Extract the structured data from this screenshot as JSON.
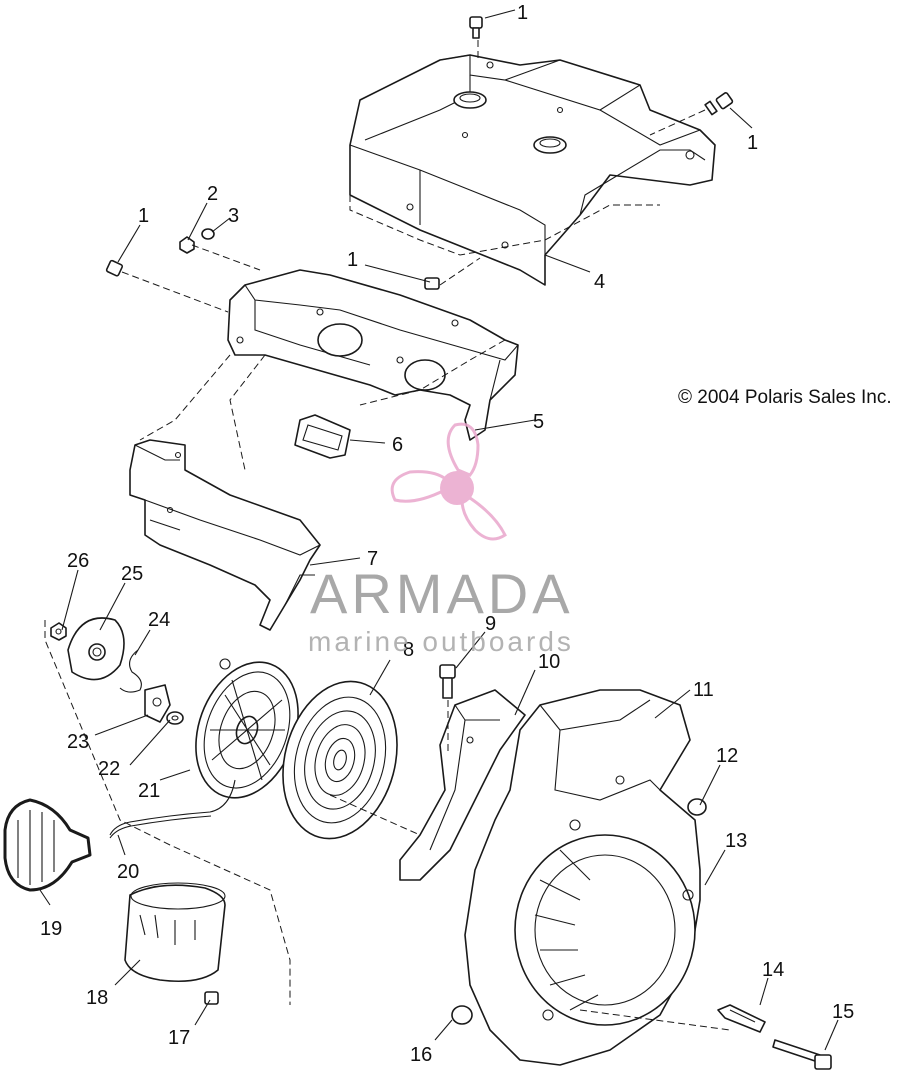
{
  "copyright": "© 2004 Polaris Sales Inc.",
  "watermark": {
    "brand": "ARMADA",
    "tagline": "marine outboards",
    "brand_color": "#9a9a9a",
    "tagline_color": "#a6a6a6",
    "logo_color": "#e9a6cc",
    "logo_icon": "propeller-icon"
  },
  "callouts": [
    "1",
    "1",
    "1",
    "1",
    "2",
    "3",
    "4",
    "5",
    "6",
    "7",
    "8",
    "9",
    "10",
    "11",
    "12",
    "13",
    "14",
    "15",
    "16",
    "17",
    "18",
    "19",
    "20",
    "21",
    "22",
    "23",
    "24",
    "25",
    "26"
  ]
}
